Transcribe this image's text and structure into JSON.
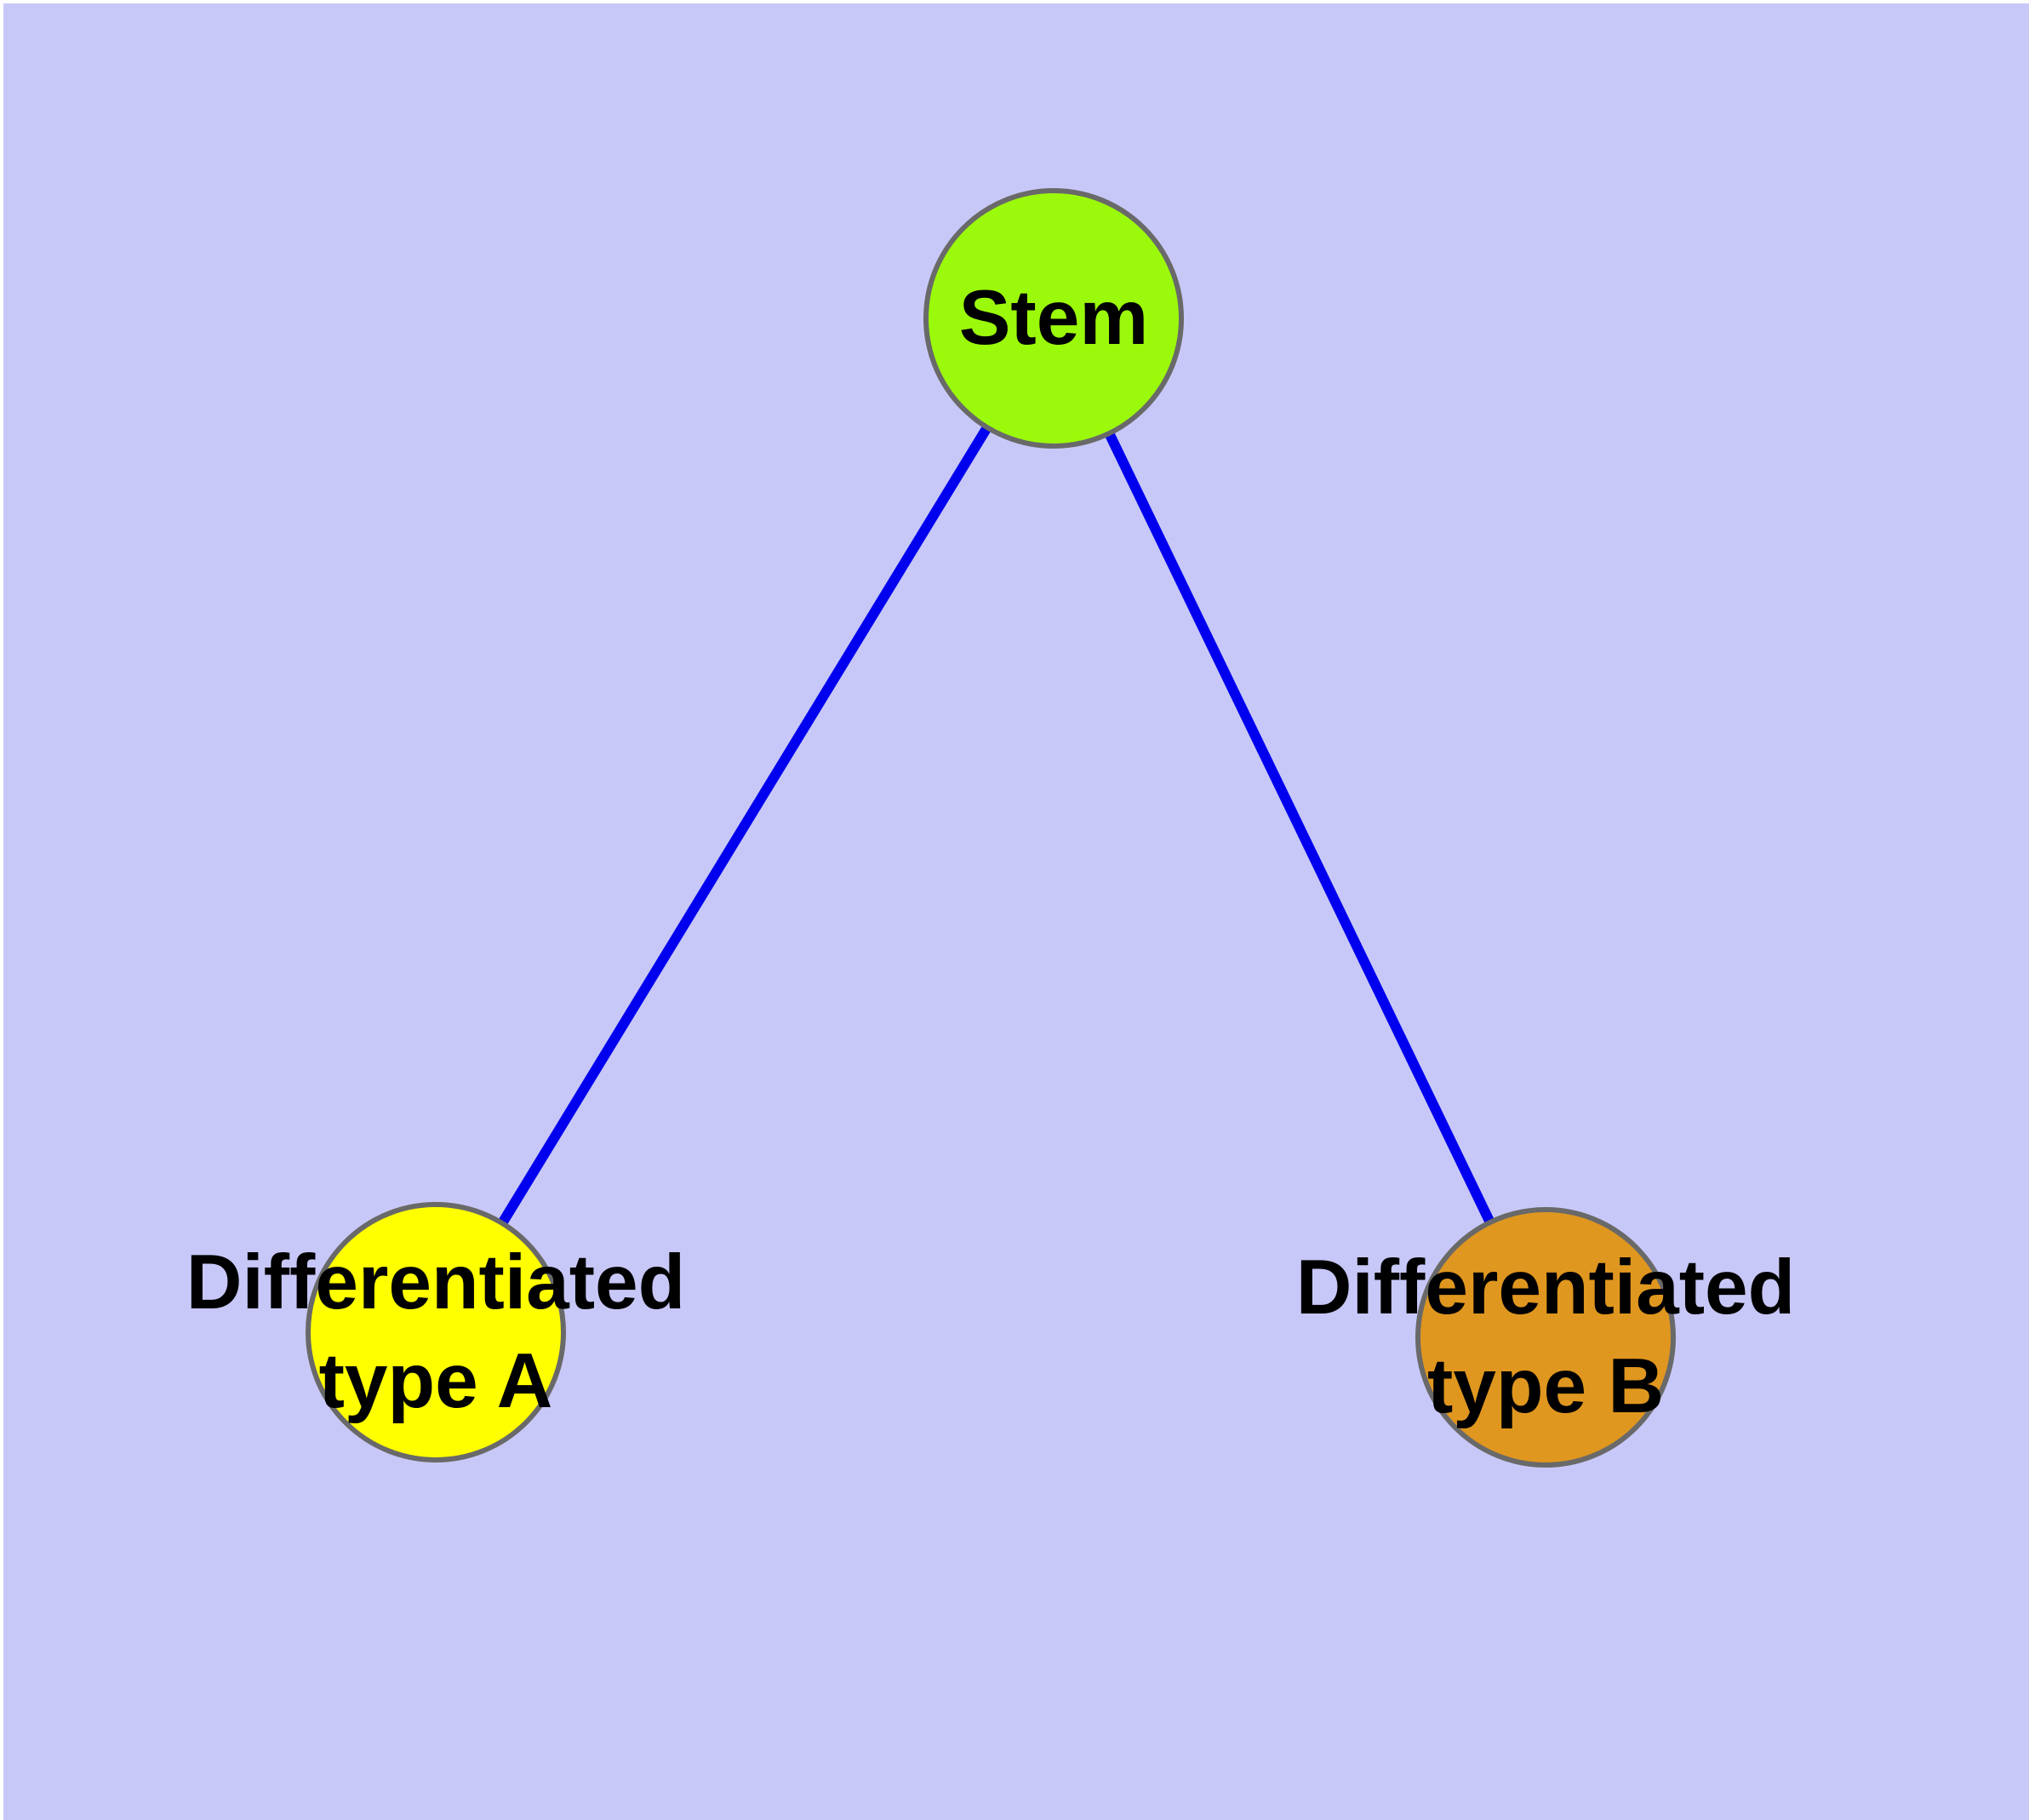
{
  "graph": {
    "nodes": [
      {
        "id": "stem",
        "label": "Stem",
        "label_lines": [
          "Stem"
        ],
        "color": "#9bfa0b"
      },
      {
        "id": "differentiated-type-a",
        "label": "Differentiated type A",
        "label_lines": [
          "Differentiated",
          "type A"
        ],
        "color": "#ffff00"
      },
      {
        "id": "differentiated-type-b",
        "label": "Differentiated type B",
        "label_lines": [
          "Differentiated",
          "type B"
        ],
        "color": "#e0971f"
      }
    ],
    "edges": [
      {
        "source": "Stem",
        "target": "Differentiated type A"
      },
      {
        "source": "Stem",
        "target": "Differentiated type B"
      }
    ]
  },
  "theme": {
    "page": "#ffffff",
    "background": "#c8c8f8",
    "frame": "#696969",
    "edge": "#0000ee",
    "text": "#000000"
  }
}
